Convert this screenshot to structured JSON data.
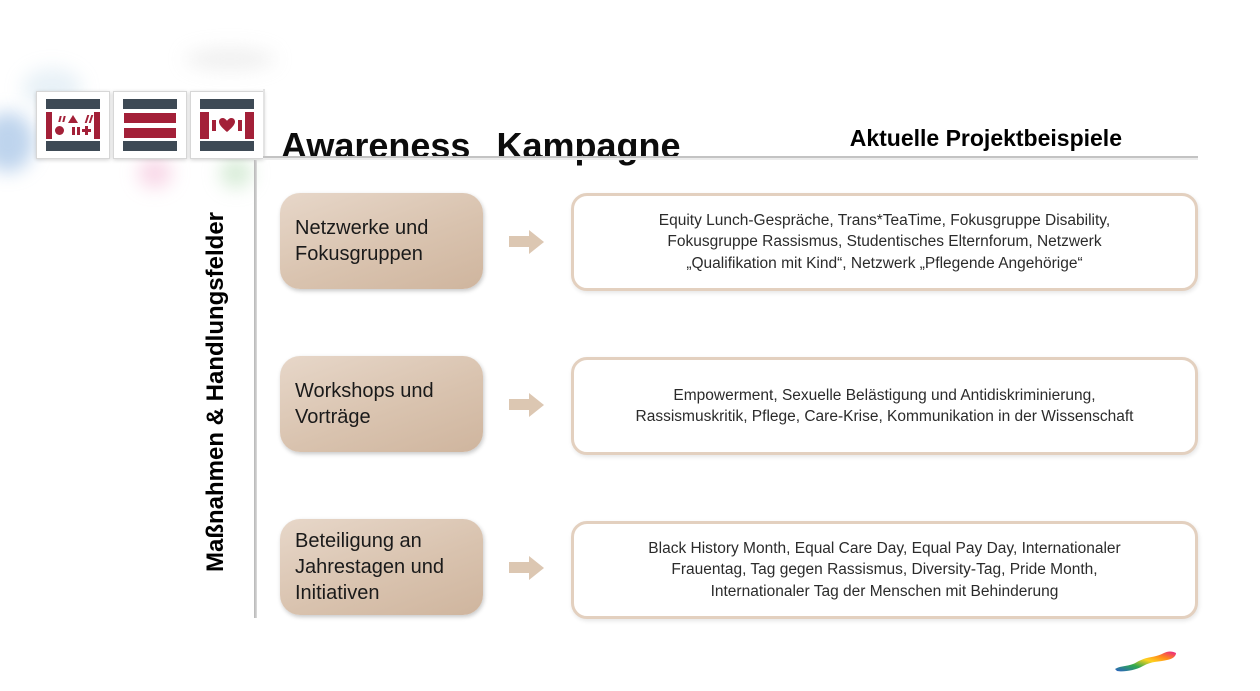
{
  "header": {
    "title_word1": "Awareness",
    "title_word2": "Kampagne",
    "subtitle": "Aktuelle Projektbeispiele"
  },
  "sidebar": {
    "label": "Maßnahmen & Handlungsfelder"
  },
  "rows": [
    {
      "category": "Netzwerke und Fokusgruppen",
      "examples": "Equity Lunch-Gespräche, Trans*TeaTime, Fokusgruppe Disability, Fokusgruppe Rassismus, Studentisches Elternforum, Netzwerk „Qualifikation mit Kind“, Netzwerk „Pflegende Angehörige“"
    },
    {
      "category": "Workshops und Vorträge",
      "examples": "Empowerment, Sexuelle Belästigung und Antidiskriminierung, Rassismuskritik, Pflege, Care-Krise, Kommunikation in der Wissenschaft"
    },
    {
      "category": "Beteiligung an Jahrestagen und Initiativen",
      "examples": "Black History Month, Equal Care Day, Equal Pay Day, Internationaler Frauentag, Tag gegen Rassismus, Diversity-Tag, Pride Month, Internationaler Tag der Menschen mit Behinderung"
    }
  ],
  "logos": {
    "tiles": [
      "diversity-shapes-logo",
      "equality-bars-logo",
      "heart-inclusion-logo"
    ],
    "footer_logo": "rainbow-swoosh-logo"
  },
  "colors": {
    "logo_red": "#a32038",
    "logo_slate": "#3e4a55",
    "category_fill": "#d9c3af",
    "example_border": "#e3d0bf",
    "divider_gray": "#b5b5b5"
  }
}
